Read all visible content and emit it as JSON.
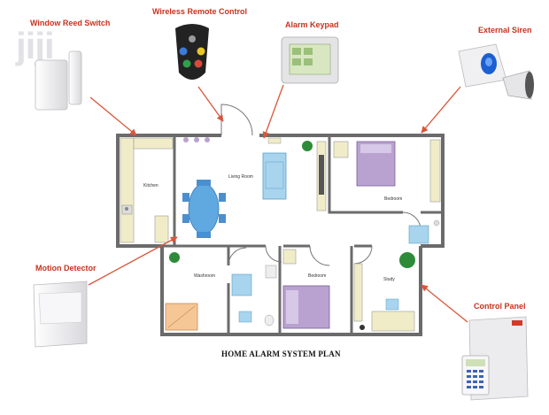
{
  "labels": {
    "window_reed": "Window Reed Switch",
    "wireless_remote": "Wireless Remote Control",
    "alarm_keypad": "Alarm Keypad",
    "external_siren": "External Siren",
    "motion_detector": "Motion Detector",
    "control_panel": "Control Panel"
  },
  "rooms": {
    "kitchen": "Kitchen",
    "living_room": "Living Room",
    "bedroom_main": "Bedroom",
    "washroom": "Washroom",
    "bedroom_second": "Bedroom",
    "study": "Study"
  },
  "title": "HOME ALARM SYSTEM PLAN",
  "watermark": "jiji",
  "colors": {
    "label": "#c8321e",
    "arrow": "#d9563a",
    "wall": "#6b6b6b",
    "furniture_blue": "#a8d4ee",
    "bed_purple": "#b9a2d0"
  }
}
